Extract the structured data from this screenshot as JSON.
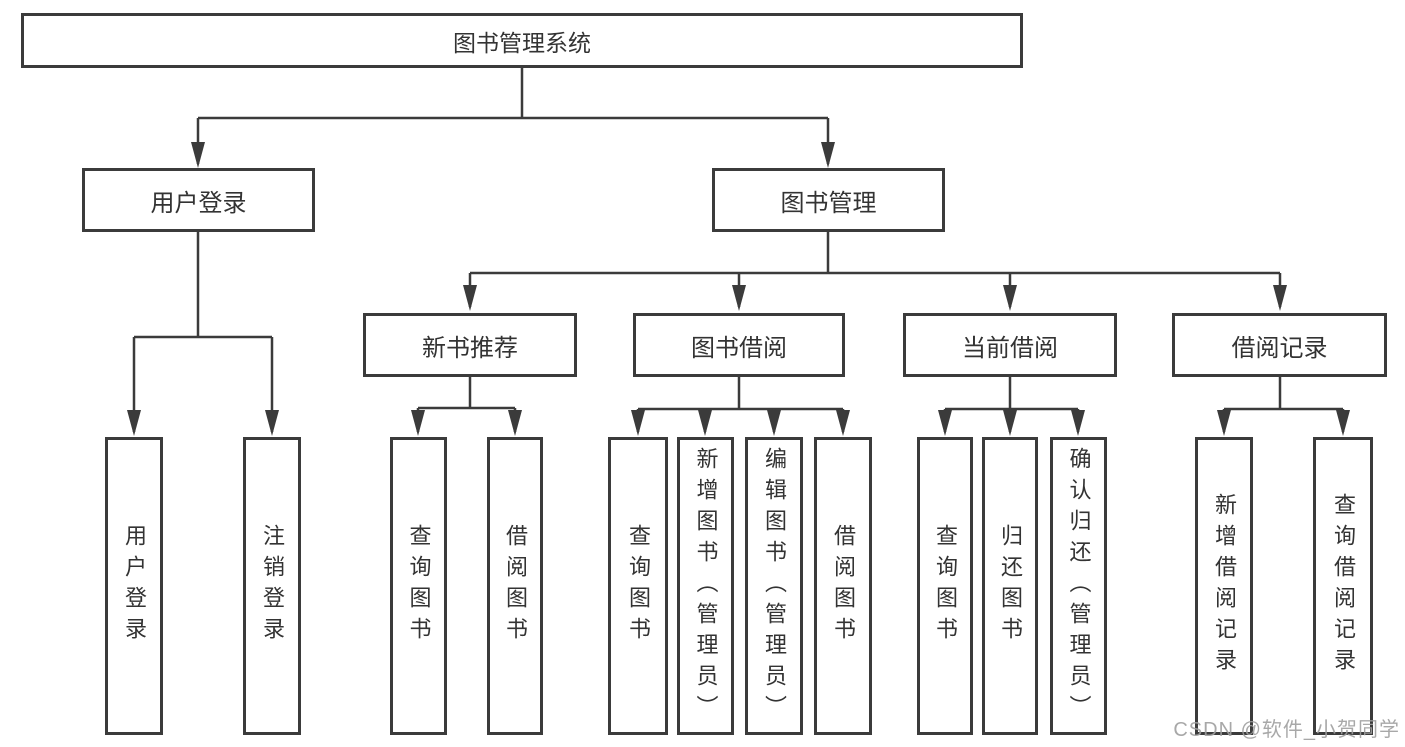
{
  "diagram": {
    "root": {
      "label": "图书管理系统"
    },
    "level1": [
      {
        "label": "用户登录"
      },
      {
        "label": "图书管理"
      }
    ],
    "level2": [
      {
        "label": "新书推荐"
      },
      {
        "label": "图书借阅"
      },
      {
        "label": "当前借阅"
      },
      {
        "label": "借阅记录"
      }
    ],
    "leaves": [
      {
        "label": "用户登录"
      },
      {
        "label": "注销登录"
      },
      {
        "label": "查询图书"
      },
      {
        "label": "借阅图书"
      },
      {
        "label": "查询图书"
      },
      {
        "label": "新增图书（管理员）"
      },
      {
        "label": "编辑图书（管理员）"
      },
      {
        "label": "借阅图书"
      },
      {
        "label": "查询图书"
      },
      {
        "label": "归还图书"
      },
      {
        "label": "确认归还（管理员）"
      },
      {
        "label": "新增借阅记录"
      },
      {
        "label": "查询借阅记录"
      }
    ]
  },
  "watermark": {
    "text": "CSDN @软件_小贺同学"
  },
  "colors": {
    "line": "#3b3b3b",
    "text": "#333333",
    "watermark": "#9e9e9e",
    "background": "#ffffff"
  }
}
